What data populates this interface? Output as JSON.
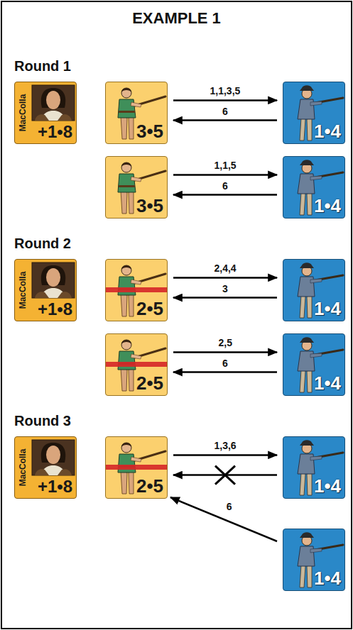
{
  "diagram": {
    "title": "EXAMPLE 1",
    "nodes": [
      {
        "text": [
          "MacColla",
          "+1•8"
        ]
      },
      {
        "text": [
          "3•5"
        ]
      },
      {
        "text": [
          "1•4"
        ]
      },
      {
        "text": [
          "3•5"
        ]
      },
      {
        "text": [
          "1•4"
        ]
      },
      {
        "text": [
          "MacColla",
          "+1•8"
        ]
      },
      {
        "text": [
          "2•5"
        ]
      },
      {
        "text": [
          "1•4"
        ]
      },
      {
        "text": [
          "2•5"
        ]
      },
      {
        "text": [
          "1•4"
        ]
      },
      {
        "text": [
          "MacColla",
          "+1•8"
        ]
      },
      {
        "text": [
          "2•5"
        ]
      },
      {
        "text": [
          "1•4"
        ]
      },
      {
        "text": [
          "1•4"
        ]
      }
    ],
    "edges": [
      {
        "from": 1,
        "to": 2,
        "arrow": "to",
        "label": "1,1,3,5"
      },
      {
        "from": 2,
        "to": 1,
        "arrow": "to",
        "label": "6"
      },
      {
        "from": 3,
        "to": 4,
        "arrow": "to",
        "label": "1,1,5"
      },
      {
        "from": 4,
        "to": 3,
        "arrow": "to",
        "label": "6"
      },
      {
        "from": 6,
        "to": 7,
        "arrow": "to",
        "label": "2,4,4"
      },
      {
        "from": 7,
        "to": 6,
        "arrow": "to",
        "label": "3"
      },
      {
        "from": 8,
        "to": 9,
        "arrow": "to",
        "label": "2,5"
      },
      {
        "from": 9,
        "to": 8,
        "arrow": "to",
        "label": "6"
      },
      {
        "from": 11,
        "to": 12,
        "arrow": "to",
        "label": "1,3,6"
      },
      {
        "from": 12,
        "to": 11,
        "arrow": "to"
      },
      {
        "from": 13,
        "to": 11,
        "arrow": "to",
        "label": "6"
      }
    ],
    "labels": [
      "Round 1",
      "Round 2",
      "Round 3"
    ]
  }
}
